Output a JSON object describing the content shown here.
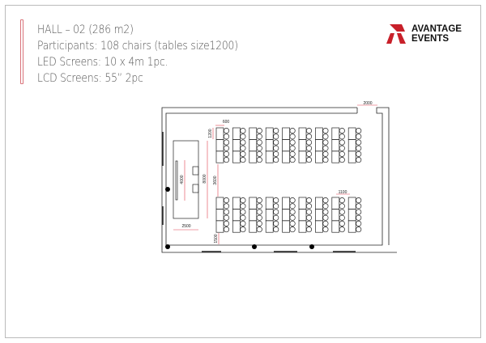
{
  "info": {
    "title": "HALL – 02 (286 m2)",
    "participants": "Participants: 108 chairs (tables size1200)",
    "led": "LED Screens: 10 x 4m 1pc.",
    "lcd": "LCD Screens:  55” 2pc"
  },
  "logo": {
    "line1": "AVANTAGE",
    "line2": "EVENTS",
    "color": "#c8202a"
  },
  "plan": {
    "columns": 9,
    "tables_per_column": 3,
    "chairs_per_table": 2,
    "dimensions": {
      "door": "2000",
      "table_width": "600",
      "table_length": "1200",
      "aisle": "3600",
      "stage_depth_total": "8000",
      "led_width": "4000",
      "stage_width": "2500",
      "back_gap": "1500",
      "row_pitch": "1100"
    },
    "dim_color": "#e04050"
  }
}
